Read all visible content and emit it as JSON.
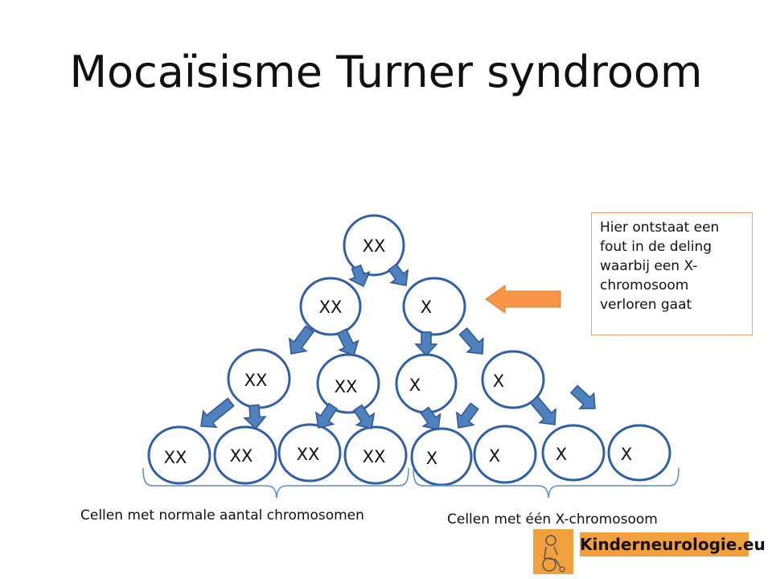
{
  "title": "Mocaïsisme Turner syndroom",
  "cells": {
    "root": "XX",
    "l1a": "XX",
    "l1b": "X",
    "l2a": "XX",
    "l2b": "XX",
    "l2c": "X",
    "l2d": "X",
    "l3a": "XX",
    "l3b": "XX",
    "l3c": "XX",
    "l3d": "XX",
    "l3e": "X",
    "l3f": "X",
    "l3g": "X",
    "l3h": "X"
  },
  "callout": "Hier ontstaat een fout in de deling waarbij een X-chromosoom verloren gaat",
  "labels": {
    "left_group": "Cellen met normale aantal chromosomen",
    "right_group": "Cellen met één X-chromosoom"
  },
  "logo": {
    "text": "Kinderneurologie.eu",
    "icon": "child-wheelchair-logo-icon"
  },
  "colors": {
    "arrow_fill": "#4f81bd",
    "arrow_stroke": "#2f5597",
    "callout_arrow": "#f79646",
    "logo_bg": "#f2a03d"
  }
}
